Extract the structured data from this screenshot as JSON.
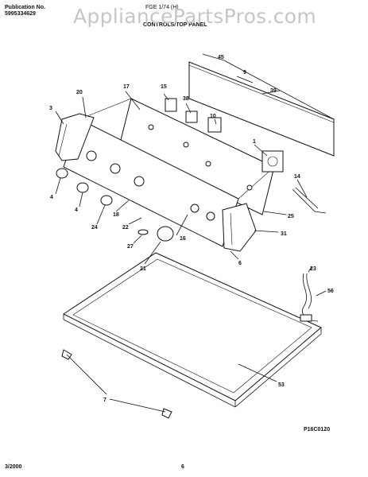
{
  "header": {
    "pub_label": "Publication No.",
    "pub_number": "5995334629",
    "model": "FGE 1/74 (H)",
    "section_title": "CONTROLS/TOP PANEL"
  },
  "watermark": "AppliancePartsPros.com",
  "diagram_code": "P16C0120",
  "footer": {
    "date": "3/2000",
    "page": "6"
  },
  "callouts": [
    "45",
    "9",
    "39",
    "17",
    "15",
    "38",
    "20",
    "3",
    "10",
    "1",
    "14",
    "4",
    "4",
    "24",
    "18",
    "22",
    "27",
    "16",
    "21",
    "25",
    "31",
    "6",
    "23",
    "56",
    "53",
    "7"
  ]
}
